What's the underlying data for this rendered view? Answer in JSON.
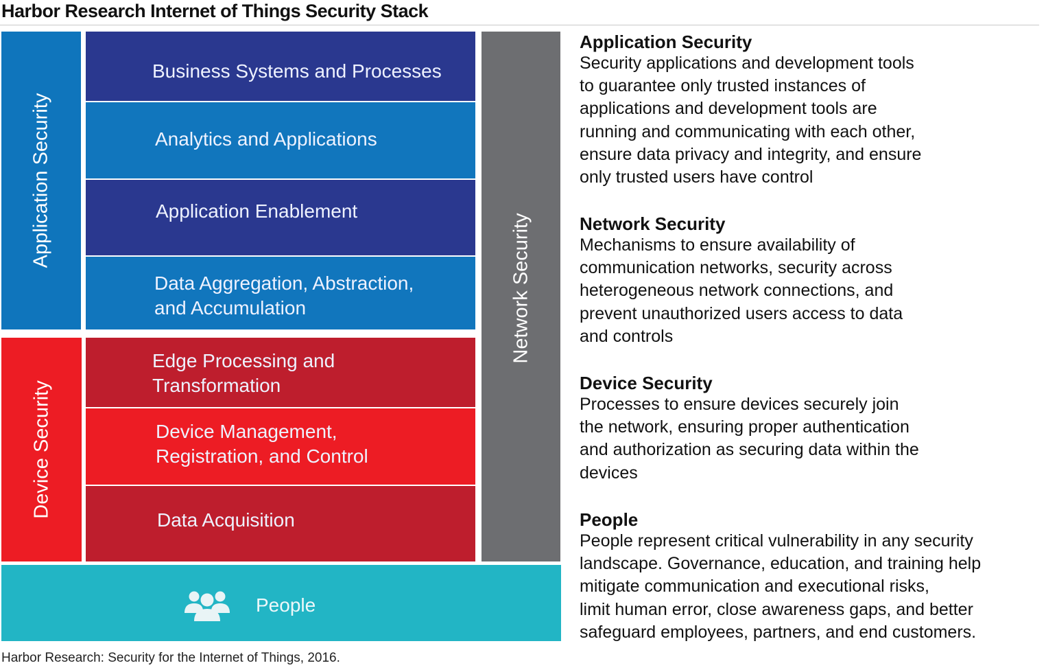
{
  "title": "Harbor Research Internet of Things Security Stack",
  "stack": {
    "application_security_label": "Application Security",
    "device_security_label": "Device Security",
    "network_security_label": "Network Security",
    "people_label": "People",
    "people_icon": "people-group-icon",
    "layers": [
      {
        "line1": "Business Systems and Processes",
        "line2": ""
      },
      {
        "line1": "Analytics and Applications",
        "line2": ""
      },
      {
        "line1": "Application Enablement",
        "line2": ""
      },
      {
        "line1": "Data Aggregation, Abstraction,",
        "line2": "and Accumulation"
      },
      {
        "line1": "Edge Processing and",
        "line2": "Transformation"
      },
      {
        "line1": "Device Management,",
        "line2": "Registration, and Control"
      },
      {
        "line1": "Data Acquisition",
        "line2": ""
      }
    ],
    "colors": {
      "app_side": "#0f75bc",
      "dark_blue": "#2a388f",
      "mid_blue": "#1176bd",
      "device_side": "#ed1c24",
      "dark_red": "#be1e2d",
      "bright_red": "#ed1c24",
      "network": "#6d6e71",
      "people": "#22b5c5"
    }
  },
  "descriptions": [
    {
      "heading": "Application Security",
      "body": "Security applications and development tools\nto guarantee only trusted instances of\napplications and development tools are\nrunning and communicating with each other,\nensure data privacy and integrity, and ensure\nonly trusted users have control"
    },
    {
      "heading": "Network Security",
      "body": "Mechanisms to ensure availability of\ncommunication networks, security across\nheterogeneous  network connections, and\nprevent unauthorized users access to data\nand controls"
    },
    {
      "heading": "Device Security",
      "body": "Processes to ensure devices securely join\nthe network, ensuring proper authentication\nand authorization as securing data within the\ndevices"
    },
    {
      "heading": "People",
      "body": "People represent critical vulnerability in any security\nlandscape. Governance, education, and training help\nmitigate communication and executional risks,\nlimit human error, close awareness gaps, and better\nsafeguard employees, partners, and end customers."
    }
  ],
  "caption": "Harbor Research: Security for the Internet of Things, 2016."
}
